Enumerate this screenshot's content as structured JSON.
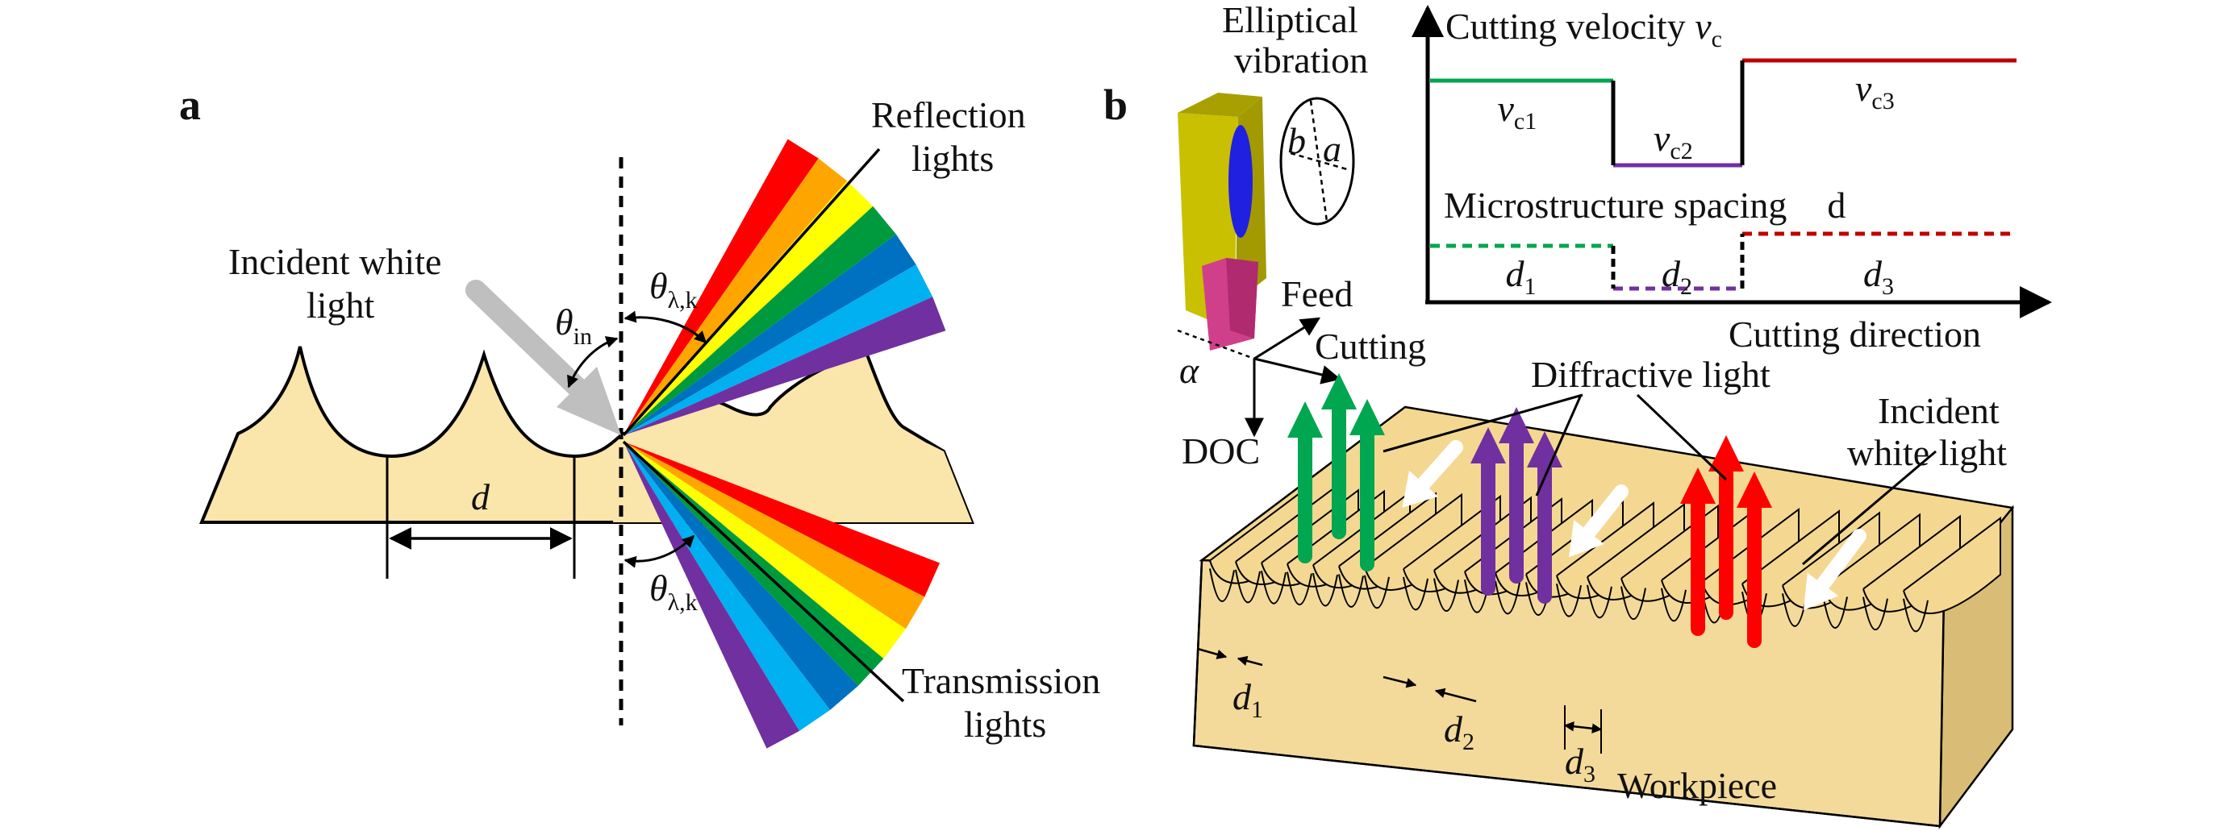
{
  "panel_a": {
    "letter": "a",
    "incident_label": [
      "Incident white",
      "light"
    ],
    "reflection_label": [
      "Reflection",
      "lights"
    ],
    "transmission_label": [
      "Transmission",
      "lights"
    ],
    "theta_in": {
      "symbol": "θ",
      "sub": "in"
    },
    "theta_reflect": {
      "symbol": "θ",
      "sub": "λ,k"
    },
    "theta_transmit": {
      "symbol": "θ",
      "sub": "λ,k"
    },
    "spacing": "d",
    "colors": {
      "substrate": "#fae5ab",
      "spectrum": [
        "#ff0000",
        "#ffa500",
        "#ffff00",
        "#009a3e",
        "#0070c0",
        "#00b0f0",
        "#7030a0"
      ],
      "incident_arrow": "#bfbfbf"
    }
  },
  "panel_b": {
    "letter": "b",
    "elliptical_label": [
      "Elliptical",
      "vibration"
    ],
    "ellipse_a": "a",
    "ellipse_b": "b",
    "feed": "Feed",
    "cutting": "Cutting",
    "doc": "DOC",
    "alpha": "α",
    "diffractive": "Diffractive light",
    "incident": [
      "Incident",
      "white light"
    ],
    "workpiece": "Workpiece",
    "d1": {
      "base": "d",
      "sub": "1"
    },
    "d2": {
      "base": "d",
      "sub": "2"
    },
    "d3": {
      "base": "d",
      "sub": "3"
    },
    "colors": {
      "workpiece_top": "#f4d891",
      "workpiece_front": "#f3da9a",
      "workpiece_side": "#d9bd77",
      "tool": "#c8c000",
      "tool_tip": "#d0408a",
      "ellipse_hole": "#2020e0",
      "green": "#00a650",
      "purple": "#7030a0",
      "red": "#ff0000"
    }
  },
  "velocity_plot": {
    "title": {
      "text": "Cutting velocity ",
      "var": "v",
      "sub": "c"
    },
    "spacing_title": {
      "text": "Microstructure spacing",
      "var": "d"
    },
    "xlabel": "Cutting direction",
    "v_segments": [
      {
        "var": "v",
        "sub": "c1",
        "color": "#00a650"
      },
      {
        "var": "v",
        "sub": "c2",
        "color": "#7030a0"
      },
      {
        "var": "v",
        "sub": "c3",
        "color": "#c00000"
      }
    ],
    "d_segments": [
      {
        "var": "d",
        "sub": "1",
        "color": "#00a650"
      },
      {
        "var": "d",
        "sub": "2",
        "color": "#7030a0"
      },
      {
        "var": "d",
        "sub": "3",
        "color": "#c00000"
      }
    ]
  }
}
